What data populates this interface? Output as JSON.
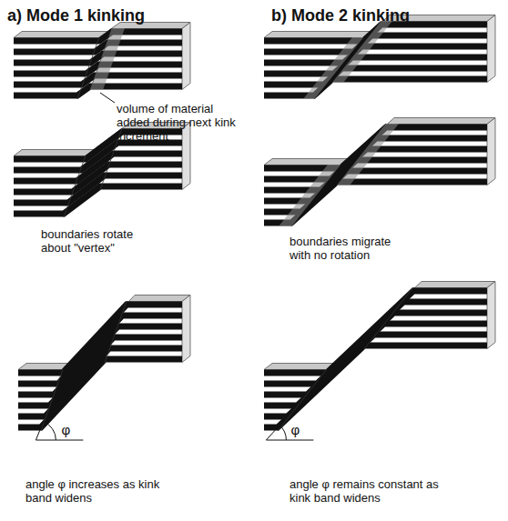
{
  "diagram": {
    "labels": [
      "a)  Mode 1 kinking",
      "b)  Mode 2 kinking",
      "volume of material added during next kink increment",
      "boundaries rotate about \"vertex\"",
      "boundaries migrate with no rotation",
      "angle φ increases as kink band widens",
      "angle φ remains constant as kink band widens",
      "φ",
      "φ"
    ]
  }
}
